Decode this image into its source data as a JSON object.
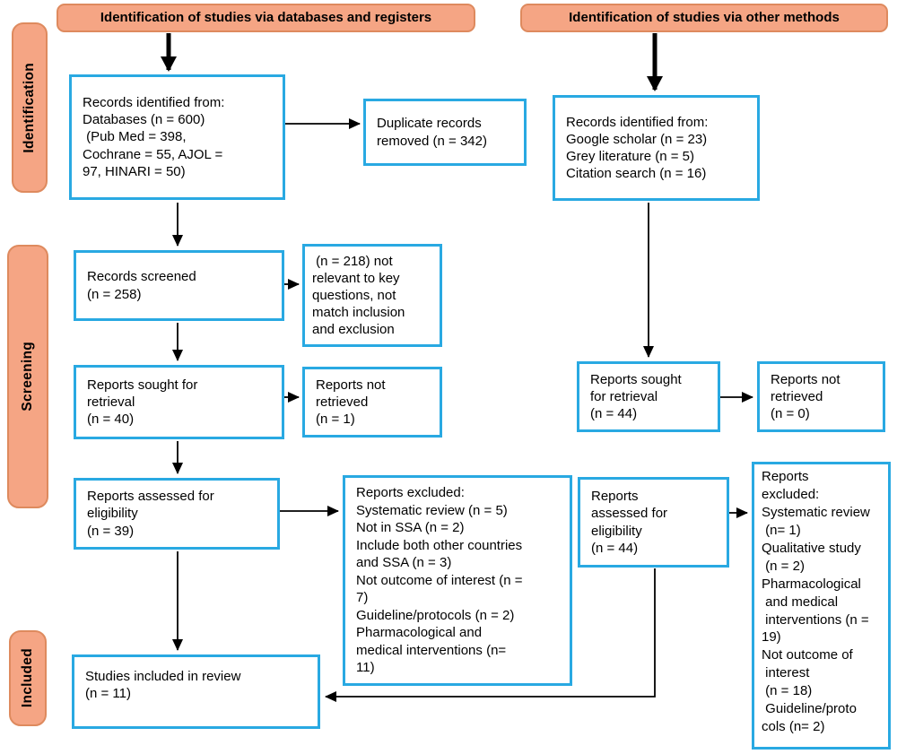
{
  "colors": {
    "stage_fill": "#F5A584",
    "stage_border": "#DE8A5E",
    "box_border": "#29A9E2",
    "arrow": "#000000"
  },
  "headers": {
    "databases": "Identification of studies via databases and registers",
    "other": "Identification of studies via other methods"
  },
  "stages": {
    "identification": "Identification",
    "screening": "Screening",
    "included": "Included"
  },
  "boxes": {
    "records_identified_db": "Records identified from:\nDatabases (n = 600)\n (Pub Med = 398,\nCochrane = 55, AJOL =\n97, HINARI = 50)",
    "duplicates_removed": "Duplicate records\nremoved (n = 342)",
    "records_screened": "Records screened\n(n = 258)",
    "records_not_relevant": " (n = 218) not\nrelevant to key\nquestions, not\nmatch inclusion\nand exclusion",
    "reports_sought_db": "Reports sought for\nretrieval\n(n = 40)",
    "reports_not_retrieved_db": "Reports not\nretrieved\n(n = 1)",
    "reports_assessed_db": "Reports assessed for\neligibility\n(n = 39)",
    "reports_excluded_db": "Reports excluded:\nSystematic review (n = 5)\nNot in SSA (n = 2)\nInclude both other countries\nand SSA (n = 3)\nNot outcome of interest (n =\n7)\nGuideline/protocols (n = 2)\nPharmacological and\nmedical interventions (n=\n11)",
    "studies_included": "Studies included in review\n(n = 11)",
    "records_identified_other": "Records identified from:\nGoogle scholar (n = 23)\nGrey literature (n = 5)\nCitation search (n = 16)",
    "reports_sought_other": "Reports sought\nfor retrieval\n(n = 44)",
    "reports_not_retrieved_other": "Reports not\nretrieved\n(n = 0)",
    "reports_assessed_other": "Reports\nassessed for\neligibility\n(n = 44)",
    "reports_excluded_other": "Reports\nexcluded:\nSystematic review\n (n= 1)\nQualitative study\n (n = 2)\nPharmacological\n and medical\n interventions (n =\n19)\nNot outcome of\n interest\n (n = 18)\n Guideline/proto\ncols (n= 2)"
  }
}
